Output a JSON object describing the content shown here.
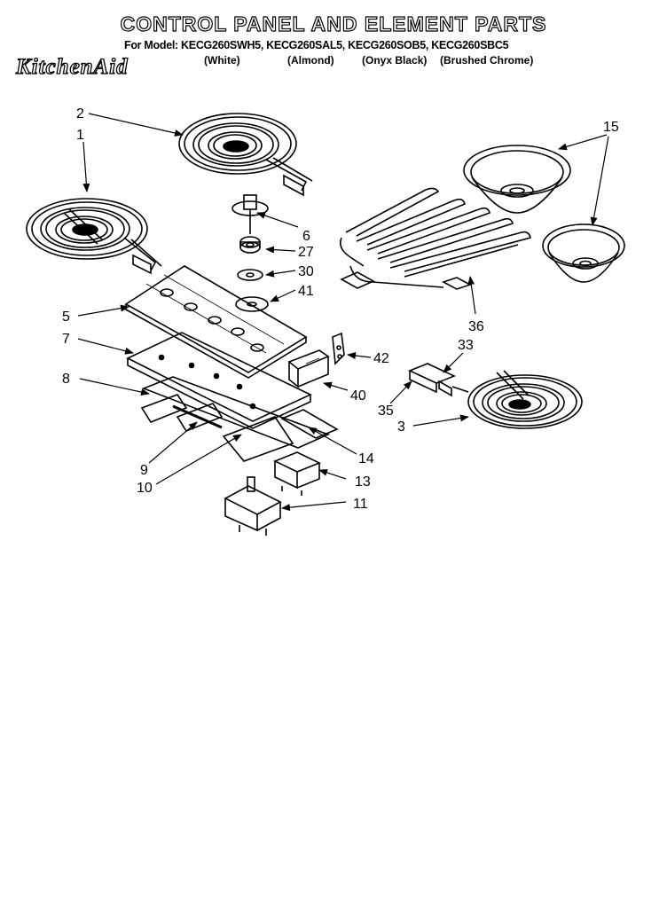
{
  "header": {
    "title": "CONTROL PANEL AND ELEMENT PARTS",
    "models": "For Model: KECG260SWH5, KECG260SAL5, KECG260SOB5, KECG260SBC5",
    "brand": "KitchenAid",
    "colors": [
      "(White)",
      "(Almond)",
      "(Onyx Black)",
      "(Brushed Chrome)"
    ]
  },
  "callouts": {
    "p1": "1",
    "p2": "2",
    "p3": "3",
    "p5": "5",
    "p6": "6",
    "p7": "7",
    "p8": "8",
    "p9": "9",
    "p10": "10",
    "p11": "11",
    "p13": "13",
    "p14": "14",
    "p15": "15",
    "p27": "27",
    "p30": "30",
    "p33": "33",
    "p35": "35",
    "p36": "36",
    "p40": "40",
    "p41": "41",
    "p42": "42"
  }
}
